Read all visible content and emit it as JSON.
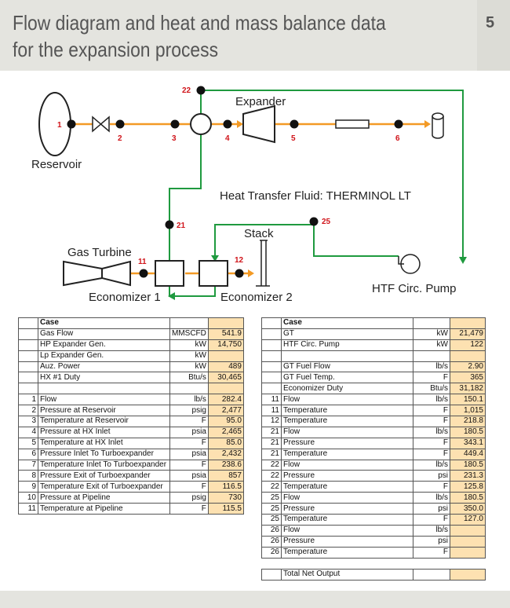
{
  "title": "Flow diagram and heat and mass balance data\nfor the expansion process",
  "page_number": "5",
  "diagram": {
    "labels": {
      "reservoir": "Reservoir",
      "expander": "Expander",
      "htf": "Heat Transfer Fluid: THERMINOL LT",
      "stack": "Stack",
      "gas_turbine": "Gas Turbine",
      "economizer1": "Economizer 1",
      "economizer2": "Economizer 2",
      "pump": "HTF Circ. Pump"
    },
    "points": [
      "1",
      "2",
      "3",
      "4",
      "5",
      "6",
      "11",
      "12",
      "21",
      "22",
      "25"
    ]
  },
  "left_table": {
    "header": "Case",
    "rows": [
      [
        "",
        "Gas Flow",
        "MMSCFD",
        "541.9"
      ],
      [
        "",
        "HP Expander Gen.",
        "kW",
        "14,750"
      ],
      [
        "",
        "Lp Expander Gen.",
        "kW",
        ""
      ],
      [
        "",
        "Auz. Power",
        "kW",
        "489"
      ],
      [
        "",
        "HX #1 Duty",
        "Btu/s",
        "30,465"
      ],
      [
        "",
        "",
        "",
        ""
      ],
      [
        "1",
        "Flow",
        "lb/s",
        "282.4"
      ],
      [
        "2",
        "Pressure at Reservoir",
        "psig",
        "2,477"
      ],
      [
        "3",
        "Temperature at Reservoir",
        "F",
        "95.0"
      ],
      [
        "4",
        "Pressure at HX Inlet",
        "psia",
        "2,465"
      ],
      [
        "5",
        "Temperature at HX Inlet",
        "F",
        "85.0"
      ],
      [
        "6",
        "Pressure Inlet To Turboexpander",
        "psia",
        "2,432"
      ],
      [
        "7",
        "Temperature Inlet To Turboexpander",
        "F",
        "238.6"
      ],
      [
        "8",
        "Pressure Exit of Turboexpander",
        "psia",
        "857"
      ],
      [
        "9",
        "Temperature Exit of Turboexpander",
        "F",
        "116.5"
      ],
      [
        "10",
        "Pressure at Pipeline",
        "psig",
        "730"
      ],
      [
        "11",
        "Temperature at Pipeline",
        "F",
        "115.5"
      ]
    ]
  },
  "right_table": {
    "header": "Case",
    "rows": [
      [
        "",
        "GT",
        "kW",
        "21,479"
      ],
      [
        "",
        "HTF Circ. Pump",
        "kW",
        "122"
      ],
      [
        "",
        "",
        "",
        ""
      ],
      [
        "",
        "GT Fuel Flow",
        "lb/s",
        "2.90"
      ],
      [
        "",
        "GT Fuel Temp.",
        "F",
        "365"
      ],
      [
        "",
        "Economizer Duty",
        "Btu/s",
        "31,182"
      ],
      [
        "11",
        "Flow",
        "lb/s",
        "150.1"
      ],
      [
        "11",
        "Temperature",
        "F",
        "1,015"
      ],
      [
        "12",
        "Temperature",
        "F",
        "218.8"
      ],
      [
        "21",
        "Flow",
        "lb/s",
        "180.5"
      ],
      [
        "21",
        "Pressure",
        "F",
        "343.1"
      ],
      [
        "21",
        "Temperature",
        "F",
        "449.4"
      ],
      [
        "22",
        "Flow",
        "lb/s",
        "180.5"
      ],
      [
        "22",
        "Pressure",
        "psi",
        "231.3"
      ],
      [
        "22",
        "Temperature",
        "F",
        "125.8"
      ],
      [
        "25",
        "Flow",
        "lb/s",
        "180.5"
      ],
      [
        "25",
        "Pressure",
        "psi",
        "350.0"
      ],
      [
        "25",
        "Temperature",
        "F",
        "127.0"
      ],
      [
        "26",
        "Flow",
        "lb/s",
        ""
      ],
      [
        "26",
        "Pressure",
        "psi",
        ""
      ],
      [
        "26",
        "Temperature",
        "F",
        ""
      ]
    ],
    "total_label": "Total Net Output",
    "total_value": ""
  },
  "colors": {
    "gas_line": "#f39a25",
    "htf_line": "#1f9a3f",
    "point_label": "#d0141a",
    "value_cell": "#fde1b1"
  }
}
